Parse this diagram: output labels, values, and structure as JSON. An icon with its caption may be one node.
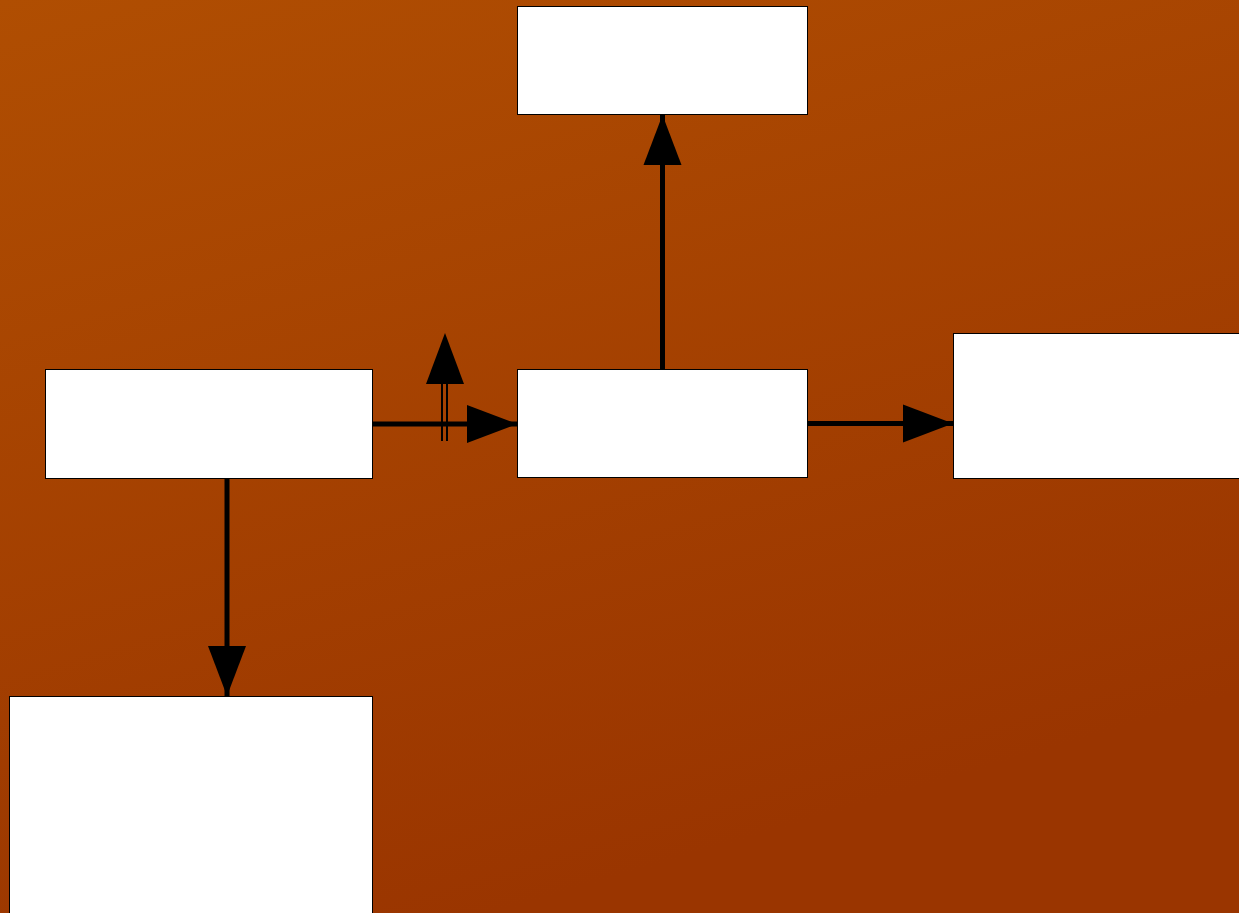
{
  "diagram": {
    "nodes": [
      {
        "text": [],
        "shape": "box"
      },
      {
        "text": [],
        "shape": "box"
      },
      {
        "text": [],
        "shape": "box"
      },
      {
        "text": [],
        "shape": "box"
      },
      {
        "text": [],
        "shape": "box"
      }
    ],
    "edges": [
      {
        "from": 1,
        "to": 2,
        "arrow": "to"
      },
      {
        "from": 2,
        "to": 0,
        "arrow": "to"
      },
      {
        "from": 2,
        "to": 3,
        "arrow": "to"
      },
      {
        "from": 1,
        "to": 4,
        "arrow": "to"
      }
    ]
  }
}
